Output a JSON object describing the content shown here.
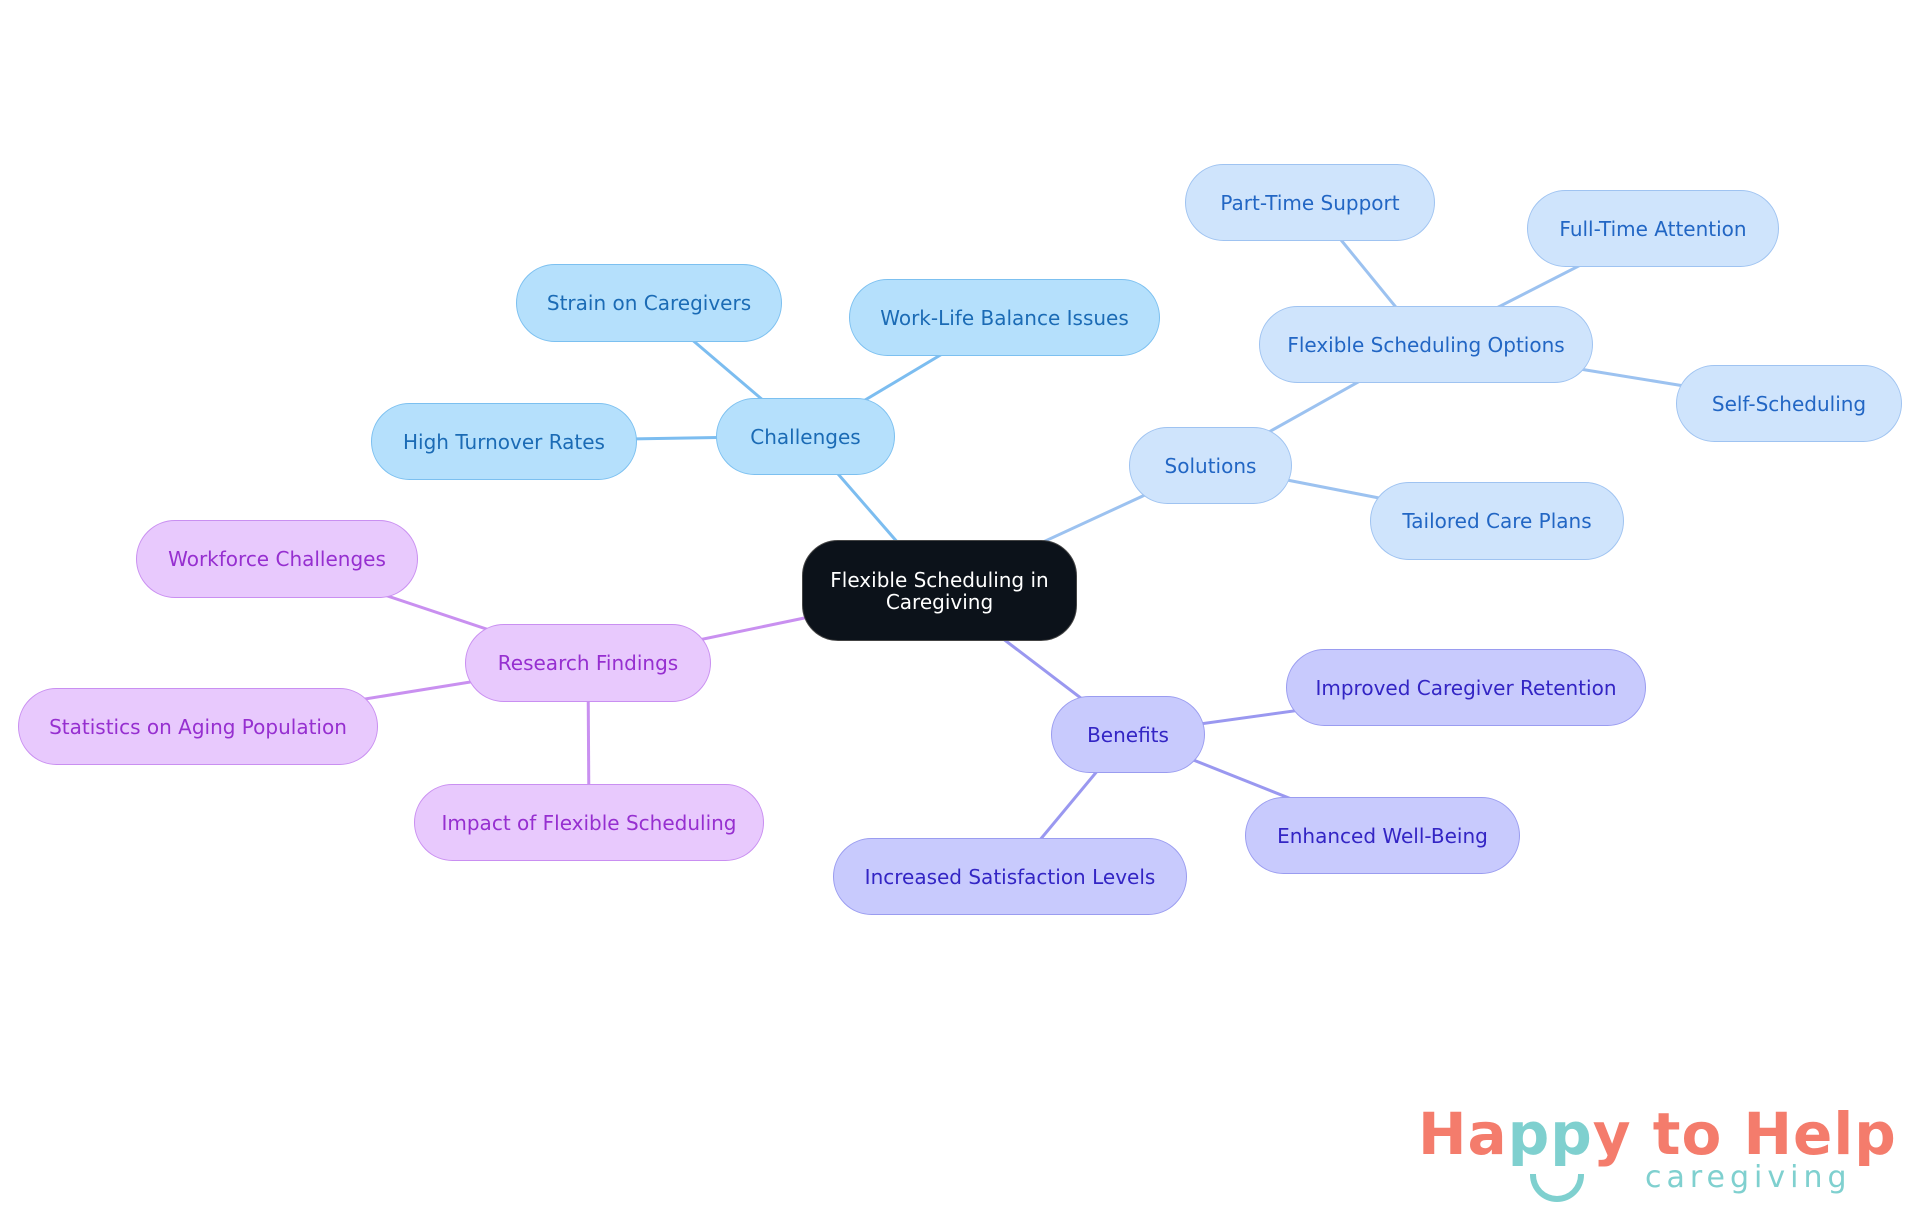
{
  "root": {
    "label": "Flexible Scheduling in Caregiving"
  },
  "branches": {
    "challenges": {
      "label": "Challenges",
      "color": "#7cbdf0",
      "children": [
        "Strain on Caregivers",
        "Work-Life Balance Issues",
        "High Turnover Rates"
      ]
    },
    "solutions": {
      "label": "Solutions",
      "color": "#9cc2f0",
      "children": [
        "Flexible Scheduling Options",
        "Tailored Care Plans"
      ],
      "flexible_options_children": [
        "Part-Time Support",
        "Full-Time Attention",
        "Self-Scheduling"
      ]
    },
    "benefits": {
      "label": "Benefits",
      "color": "#9a98f0",
      "children": [
        "Improved Caregiver Retention",
        "Enhanced Well-Being",
        "Increased Satisfaction Levels"
      ]
    },
    "research": {
      "label": "Research Findings",
      "color": "#c990f0",
      "children": [
        "Workforce Challenges",
        "Statistics on Aging Population",
        "Impact of Flexible Scheduling"
      ]
    }
  },
  "logo": {
    "text": "Happy to Help caregiving",
    "brand_colors": [
      "#f47c6c",
      "#7fd0cf"
    ]
  }
}
